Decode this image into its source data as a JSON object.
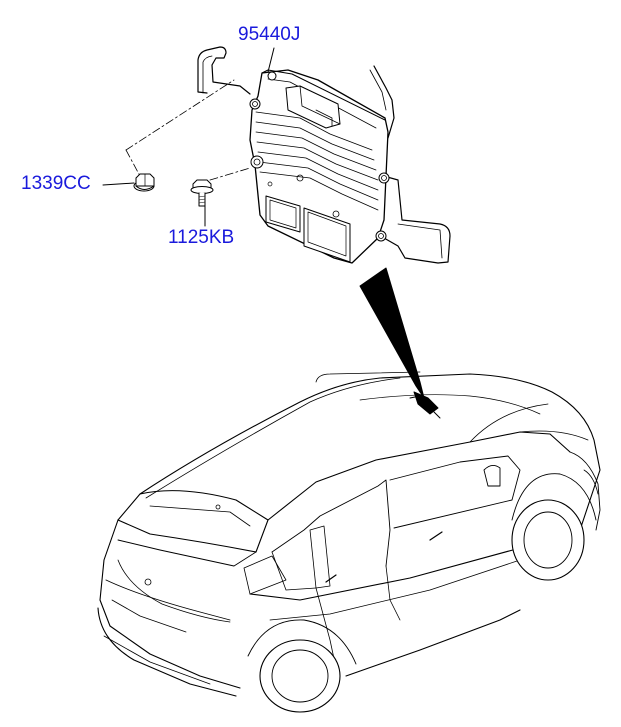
{
  "callouts": {
    "module_part_no": "95440J",
    "nut_part_no": "1339CC",
    "bolt_part_no": "1125KB"
  },
  "colors": {
    "label": "#1a1adc",
    "line": "#000000",
    "background": "#ffffff"
  },
  "icons": {
    "module": "ecu-module-icon",
    "nut": "flange-nut-icon",
    "bolt": "flange-bolt-icon",
    "vehicle": "wagon-car-icon",
    "pointer": "location-pointer-icon"
  }
}
